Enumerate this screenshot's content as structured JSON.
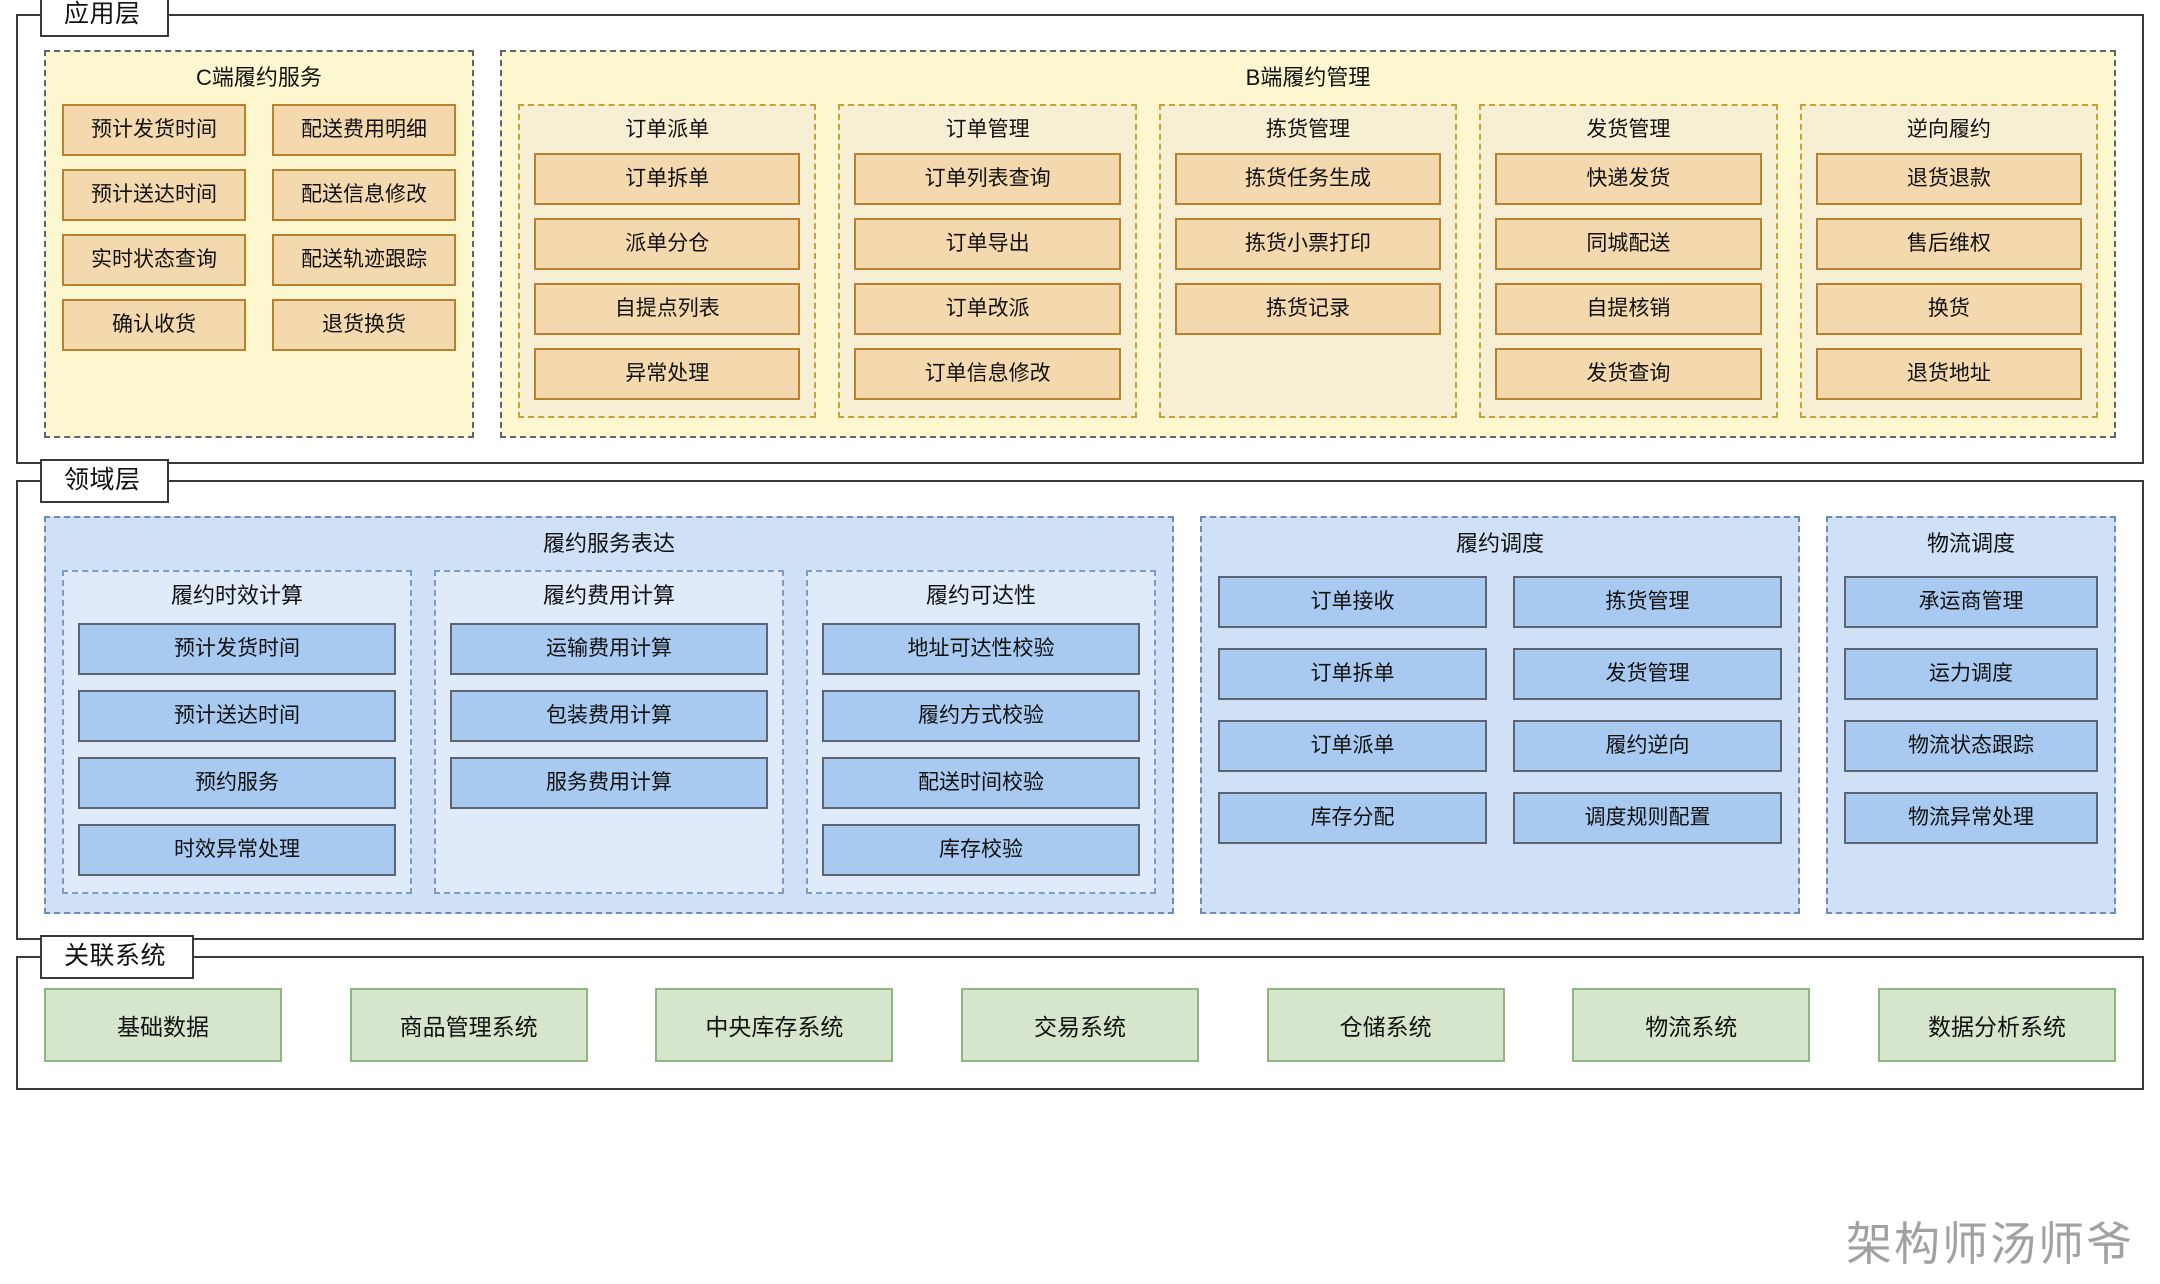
{
  "layers": [
    {
      "title": "应用层",
      "groups": [
        {
          "title": "C端履约服务",
          "items_left": [
            "预计发货时间",
            "预计送达时间",
            "实时状态查询",
            "确认收货"
          ],
          "items_right": [
            "配送费用明细",
            "配送信息修改",
            "配送轨迹跟踪",
            "退货换货"
          ]
        },
        {
          "title": "B端履约管理",
          "subgroups": [
            {
              "title": "订单派单",
              "items": [
                "订单拆单",
                "派单分仓",
                "自提点列表",
                "异常处理"
              ]
            },
            {
              "title": "订单管理",
              "items": [
                "订单列表查询",
                "订单导出",
                "订单改派",
                "订单信息修改"
              ]
            },
            {
              "title": "拣货管理",
              "items": [
                "拣货任务生成",
                "拣货小票打印",
                "拣货记录"
              ]
            },
            {
              "title": "发货管理",
              "items": [
                "快递发货",
                "同城配送",
                "自提核销",
                "发货查询"
              ]
            },
            {
              "title": "逆向履约",
              "items": [
                "退货退款",
                "售后维权",
                "换货",
                "退货地址"
              ]
            }
          ]
        }
      ]
    },
    {
      "title": "领域层",
      "groups": [
        {
          "title": "履约服务表达",
          "subgroups": [
            {
              "title": "履约时效计算",
              "items": [
                "预计发货时间",
                "预计送达时间",
                "预约服务",
                "时效异常处理"
              ]
            },
            {
              "title": "履约费用计算",
              "items": [
                "运输费用计算",
                "包装费用计算",
                "服务费用计算"
              ]
            },
            {
              "title": "履约可达性",
              "items": [
                "地址可达性校验",
                "履约方式校验",
                "配送时间校验",
                "库存校验"
              ]
            }
          ]
        },
        {
          "title": "履约调度",
          "items_left": [
            "订单接收",
            "订单拆单",
            "订单派单",
            "库存分配"
          ],
          "items_right": [
            "拣货管理",
            "发货管理",
            "履约逆向",
            "调度规则配置"
          ]
        },
        {
          "title": "物流调度",
          "items": [
            "承运商管理",
            "运力调度",
            "物流状态跟踪",
            "物流异常处理"
          ]
        }
      ]
    },
    {
      "title": "关联系统",
      "items": [
        "基础数据",
        "商品管理系统",
        "中央库存系统",
        "交易系统",
        "仓储系统",
        "物流系统",
        "数据分析系统"
      ]
    }
  ],
  "watermark": "架构师汤师爷",
  "colors": {
    "app_fill": "#f5d9ae",
    "app_border": "#b9802f",
    "app_group_bg": "#fcf7cf",
    "domain_fill": "#a9caf0",
    "domain_border": "#5b6470",
    "domain_group_bg": "#cfe0f7",
    "related_fill": "#d6e6cd",
    "related_border": "#91b483",
    "frame_border": "#3a3a3a"
  }
}
